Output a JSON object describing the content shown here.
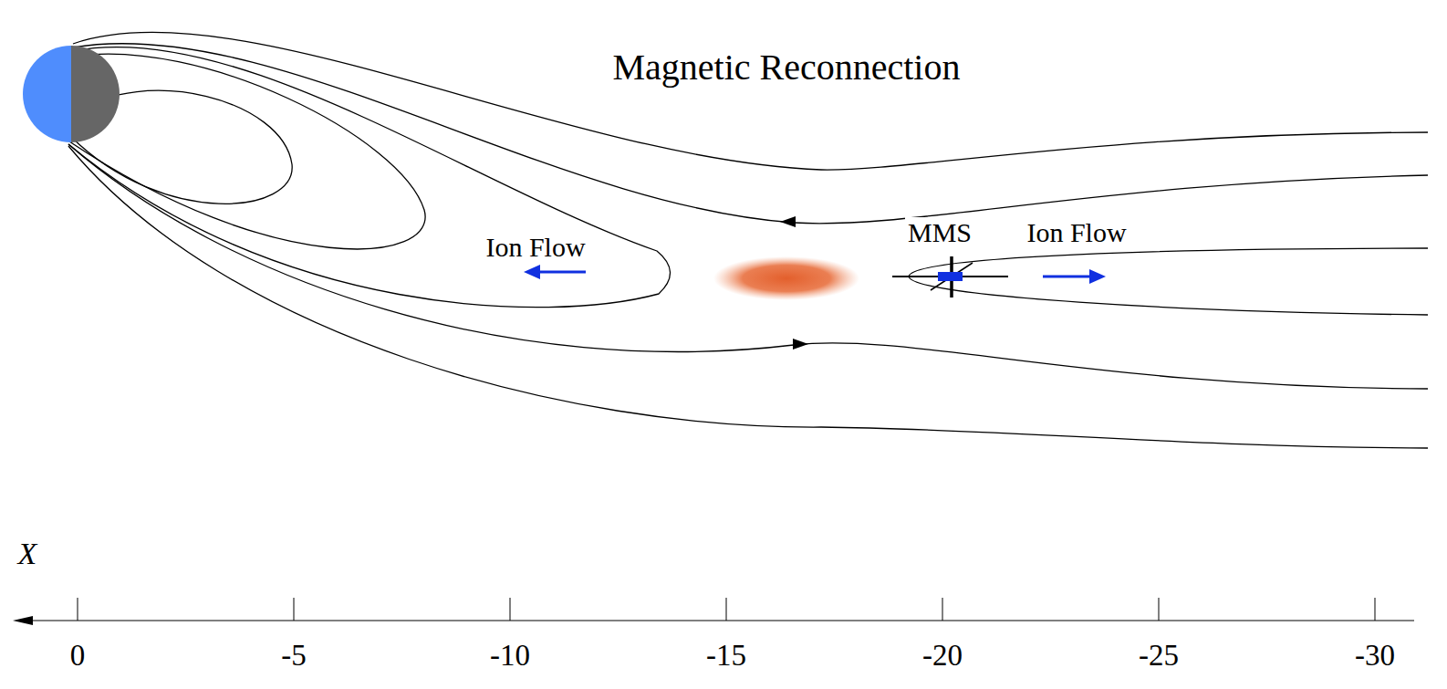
{
  "diagram": {
    "title": "Magnetic Reconnection",
    "labels": [
      "Ion Flow",
      "MMS",
      "Ion Flow",
      "X",
      "0",
      "-5",
      "-10",
      "-15",
      "-20",
      "-25",
      "-30"
    ]
  }
}
